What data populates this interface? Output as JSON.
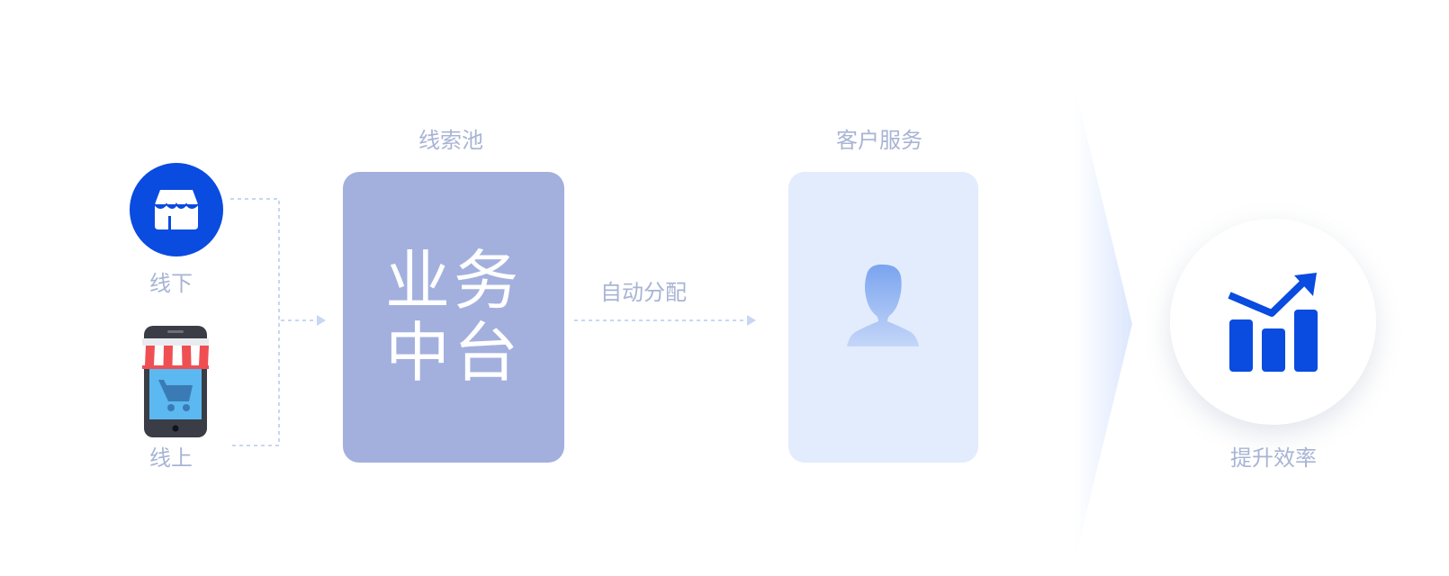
{
  "source_nodes": {
    "offline": {
      "label": "线下",
      "icon": "storefront-icon"
    },
    "online": {
      "label": "线上",
      "icon": "mobile-shop-icon"
    }
  },
  "hub": {
    "caption": "线索池",
    "line1": "业务",
    "line2": "中台"
  },
  "flow": {
    "assign_label": "自动分配"
  },
  "service": {
    "caption": "客户服务",
    "icon": "user-silhouette-icon"
  },
  "result": {
    "label": "提升效率",
    "icon": "growth-chart-icon"
  },
  "colors": {
    "primary_blue": "#0a4be0",
    "hub_fill": "#a3b0de",
    "service_fill": "#e3ecfd",
    "label_gray": "#a8b4d4",
    "connector": "#c7d6f5"
  }
}
